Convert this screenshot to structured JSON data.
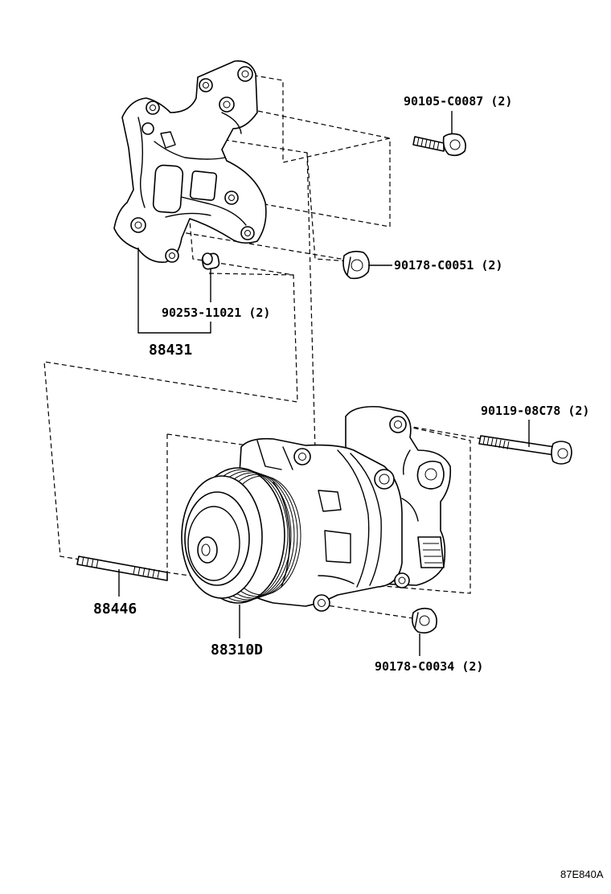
{
  "parts": {
    "bolt_upper": "90105-C0087 (2)",
    "nut_upper": "90178-C0051 (2)",
    "pin": "90253-11021 (2)",
    "bracket": "88431",
    "bolt_long": "90119-08C78 (2)",
    "stud": "88446",
    "compressor": "88310D",
    "nut_lower": "90178-C0034 (2)"
  },
  "reference_code": "87E840A"
}
